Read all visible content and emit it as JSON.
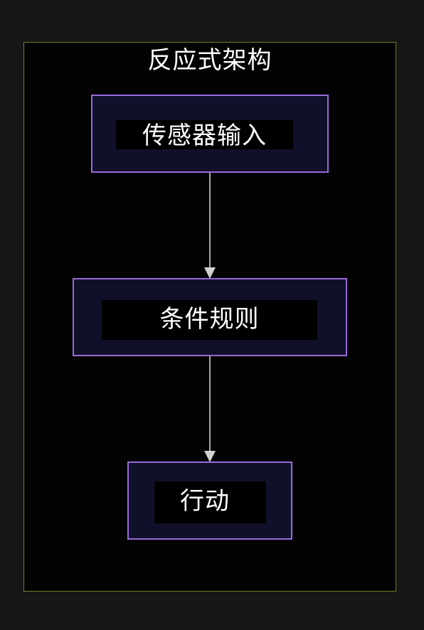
{
  "diagram": {
    "title": "反应式架构",
    "nodes": [
      {
        "id": "sensor",
        "label": "传感器输入"
      },
      {
        "id": "rules",
        "label": "条件规则"
      },
      {
        "id": "action",
        "label": "行动"
      }
    ],
    "edges": [
      {
        "from": "sensor",
        "to": "rules"
      },
      {
        "from": "rules",
        "to": "action"
      }
    ]
  },
  "colors": {
    "background": "#161616",
    "cluster_fill": "#030303",
    "cluster_border": "#7a7a2a",
    "node_fill": "#10102a",
    "node_border": "#9a6ad8",
    "edge": "#d0d0d0",
    "text": "#ffffff"
  }
}
